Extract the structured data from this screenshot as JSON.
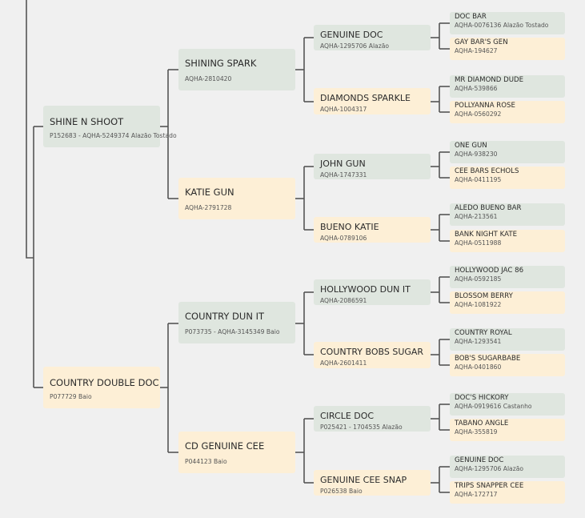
{
  "colors": {
    "male": "#dfe6df",
    "female": "#fdefd6",
    "lines": "#555555",
    "background": "#f0f0f0"
  },
  "pedigree": {
    "sire": {
      "name": "SHINE N SHOOT",
      "reg": "P152683 - AQHA-5249374 Alazão Tostado"
    },
    "dam": {
      "name": "COUNTRY DOUBLE DOC",
      "reg": "P077729 Baio"
    },
    "ss": {
      "name": "SHINING SPARK",
      "reg": "AQHA-2810420"
    },
    "sd": {
      "name": "KATIE GUN",
      "reg": "AQHA-2791728"
    },
    "ds": {
      "name": "COUNTRY DUN IT",
      "reg": "P073735 - AQHA-3145349 Baio"
    },
    "dd": {
      "name": "CD GENUINE CEE",
      "reg": "P044123 Baio"
    },
    "sss": {
      "name": "GENUINE DOC",
      "reg": "AQHA-1295706 Alazão"
    },
    "ssd": {
      "name": "DIAMONDS SPARKLE",
      "reg": "AQHA-1004317"
    },
    "sds": {
      "name": "JOHN GUN",
      "reg": "AQHA-1747331"
    },
    "sdd": {
      "name": "BUENO KATIE",
      "reg": "AQHA-0789106"
    },
    "dss": {
      "name": "HOLLYWOOD DUN IT",
      "reg": "AQHA-2086591"
    },
    "dsd": {
      "name": "COUNTRY BOBS SUGAR",
      "reg": "AQHA-2601411"
    },
    "dds": {
      "name": "CIRCLE DOC",
      "reg": "P025421 - 1704535 Alazão"
    },
    "ddd": {
      "name": "GENUINE CEE SNAP",
      "reg": "P026538 Baio"
    },
    "ssss": {
      "name": "DOC BAR",
      "reg": "AQHA-0076136 Alazão Tostado"
    },
    "sssd": {
      "name": "GAY BAR'S GEN",
      "reg": "AQHA-194627"
    },
    "ssds": {
      "name": "MR DIAMOND DUDE",
      "reg": "AQHA-539866"
    },
    "ssdd": {
      "name": "POLLYANNA ROSE",
      "reg": "AQHA-0560292"
    },
    "sdss": {
      "name": "ONE GUN",
      "reg": "AQHA-938230"
    },
    "sdsd": {
      "name": "CEE BARS ECHOLS",
      "reg": "AQHA-0411195"
    },
    "sdds": {
      "name": "ALEDO BUENO BAR",
      "reg": "AQHA-213561"
    },
    "sddd": {
      "name": "BANK NIGHT KATE",
      "reg": "AQHA-0511988"
    },
    "dsss": {
      "name": "HOLLYWOOD JAC 86",
      "reg": "AQHA-0592185"
    },
    "dssd": {
      "name": "BLOSSOM BERRY",
      "reg": "AQHA-1081922"
    },
    "dsds": {
      "name": "COUNTRY ROYAL",
      "reg": "AQHA-1293541"
    },
    "dsdd": {
      "name": "BOB'S SUGARBABE",
      "reg": "AQHA-0401860"
    },
    "ddss": {
      "name": "DOC'S HICKORY",
      "reg": "AQHA-0919616 Castanho"
    },
    "ddsd": {
      "name": "TABANO ANGLE",
      "reg": "AQHA-355819"
    },
    "ddds": {
      "name": "GENUINE DOC",
      "reg": "AQHA-1295706 Alazão"
    },
    "dddd": {
      "name": "TRIPS SNAPPER CEE",
      "reg": "AQHA-172717"
    }
  }
}
